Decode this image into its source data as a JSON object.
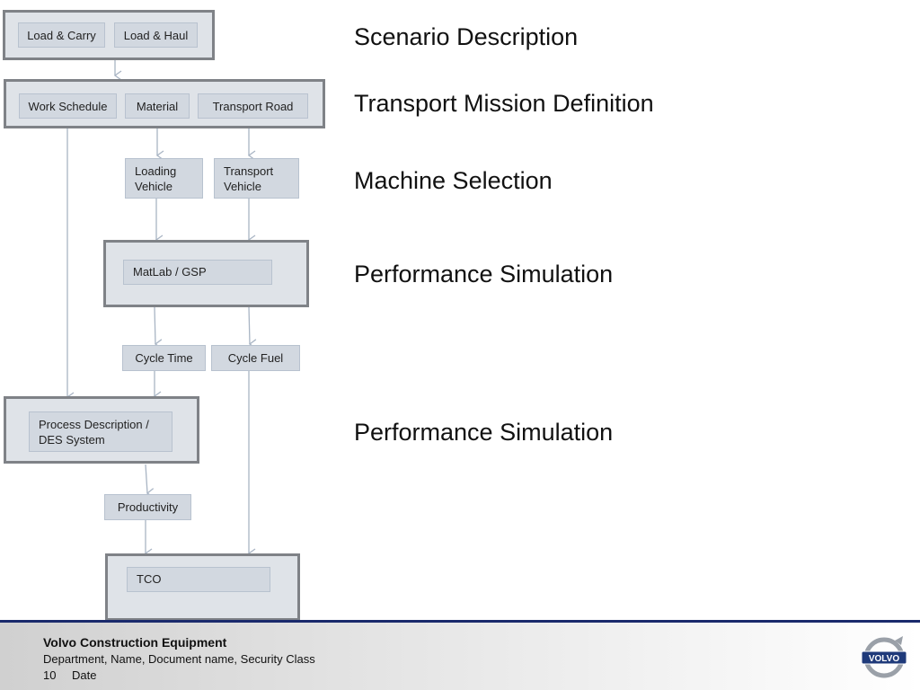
{
  "flow": {
    "load_carry": "Load & Carry",
    "load_haul": "Load & Haul",
    "work_schedule": "Work Schedule",
    "material": "Material",
    "transport_road": "Transport Road",
    "loading_vehicle": "Loading Vehicle",
    "transport_vehicle": "Transport Vehicle",
    "matlab_gsp": "MatLab / GSP",
    "cycle_time": "Cycle Time",
    "cycle_fuel": "Cycle Fuel",
    "process_description": "Process Description / DES System",
    "productivity": "Productivity",
    "tco": "TCO"
  },
  "stages": {
    "scenario": "Scenario Description",
    "transport_mission": "Transport Mission Definition",
    "machine_selection": "Machine Selection",
    "performance_sim_1": "Performance Simulation",
    "performance_sim_2": "Performance Simulation"
  },
  "footer": {
    "company": "Volvo Construction Equipment",
    "meta": "Department, Name, Document name, Security Class",
    "page": "10",
    "date": "Date"
  },
  "logo": {
    "text": "VOLVO"
  },
  "colors": {
    "footer_rule": "#1a2a6c",
    "box_fill": "#d2d8e0",
    "frame_fill": "#dfe3e8",
    "arrow": "#a9b5c4"
  }
}
